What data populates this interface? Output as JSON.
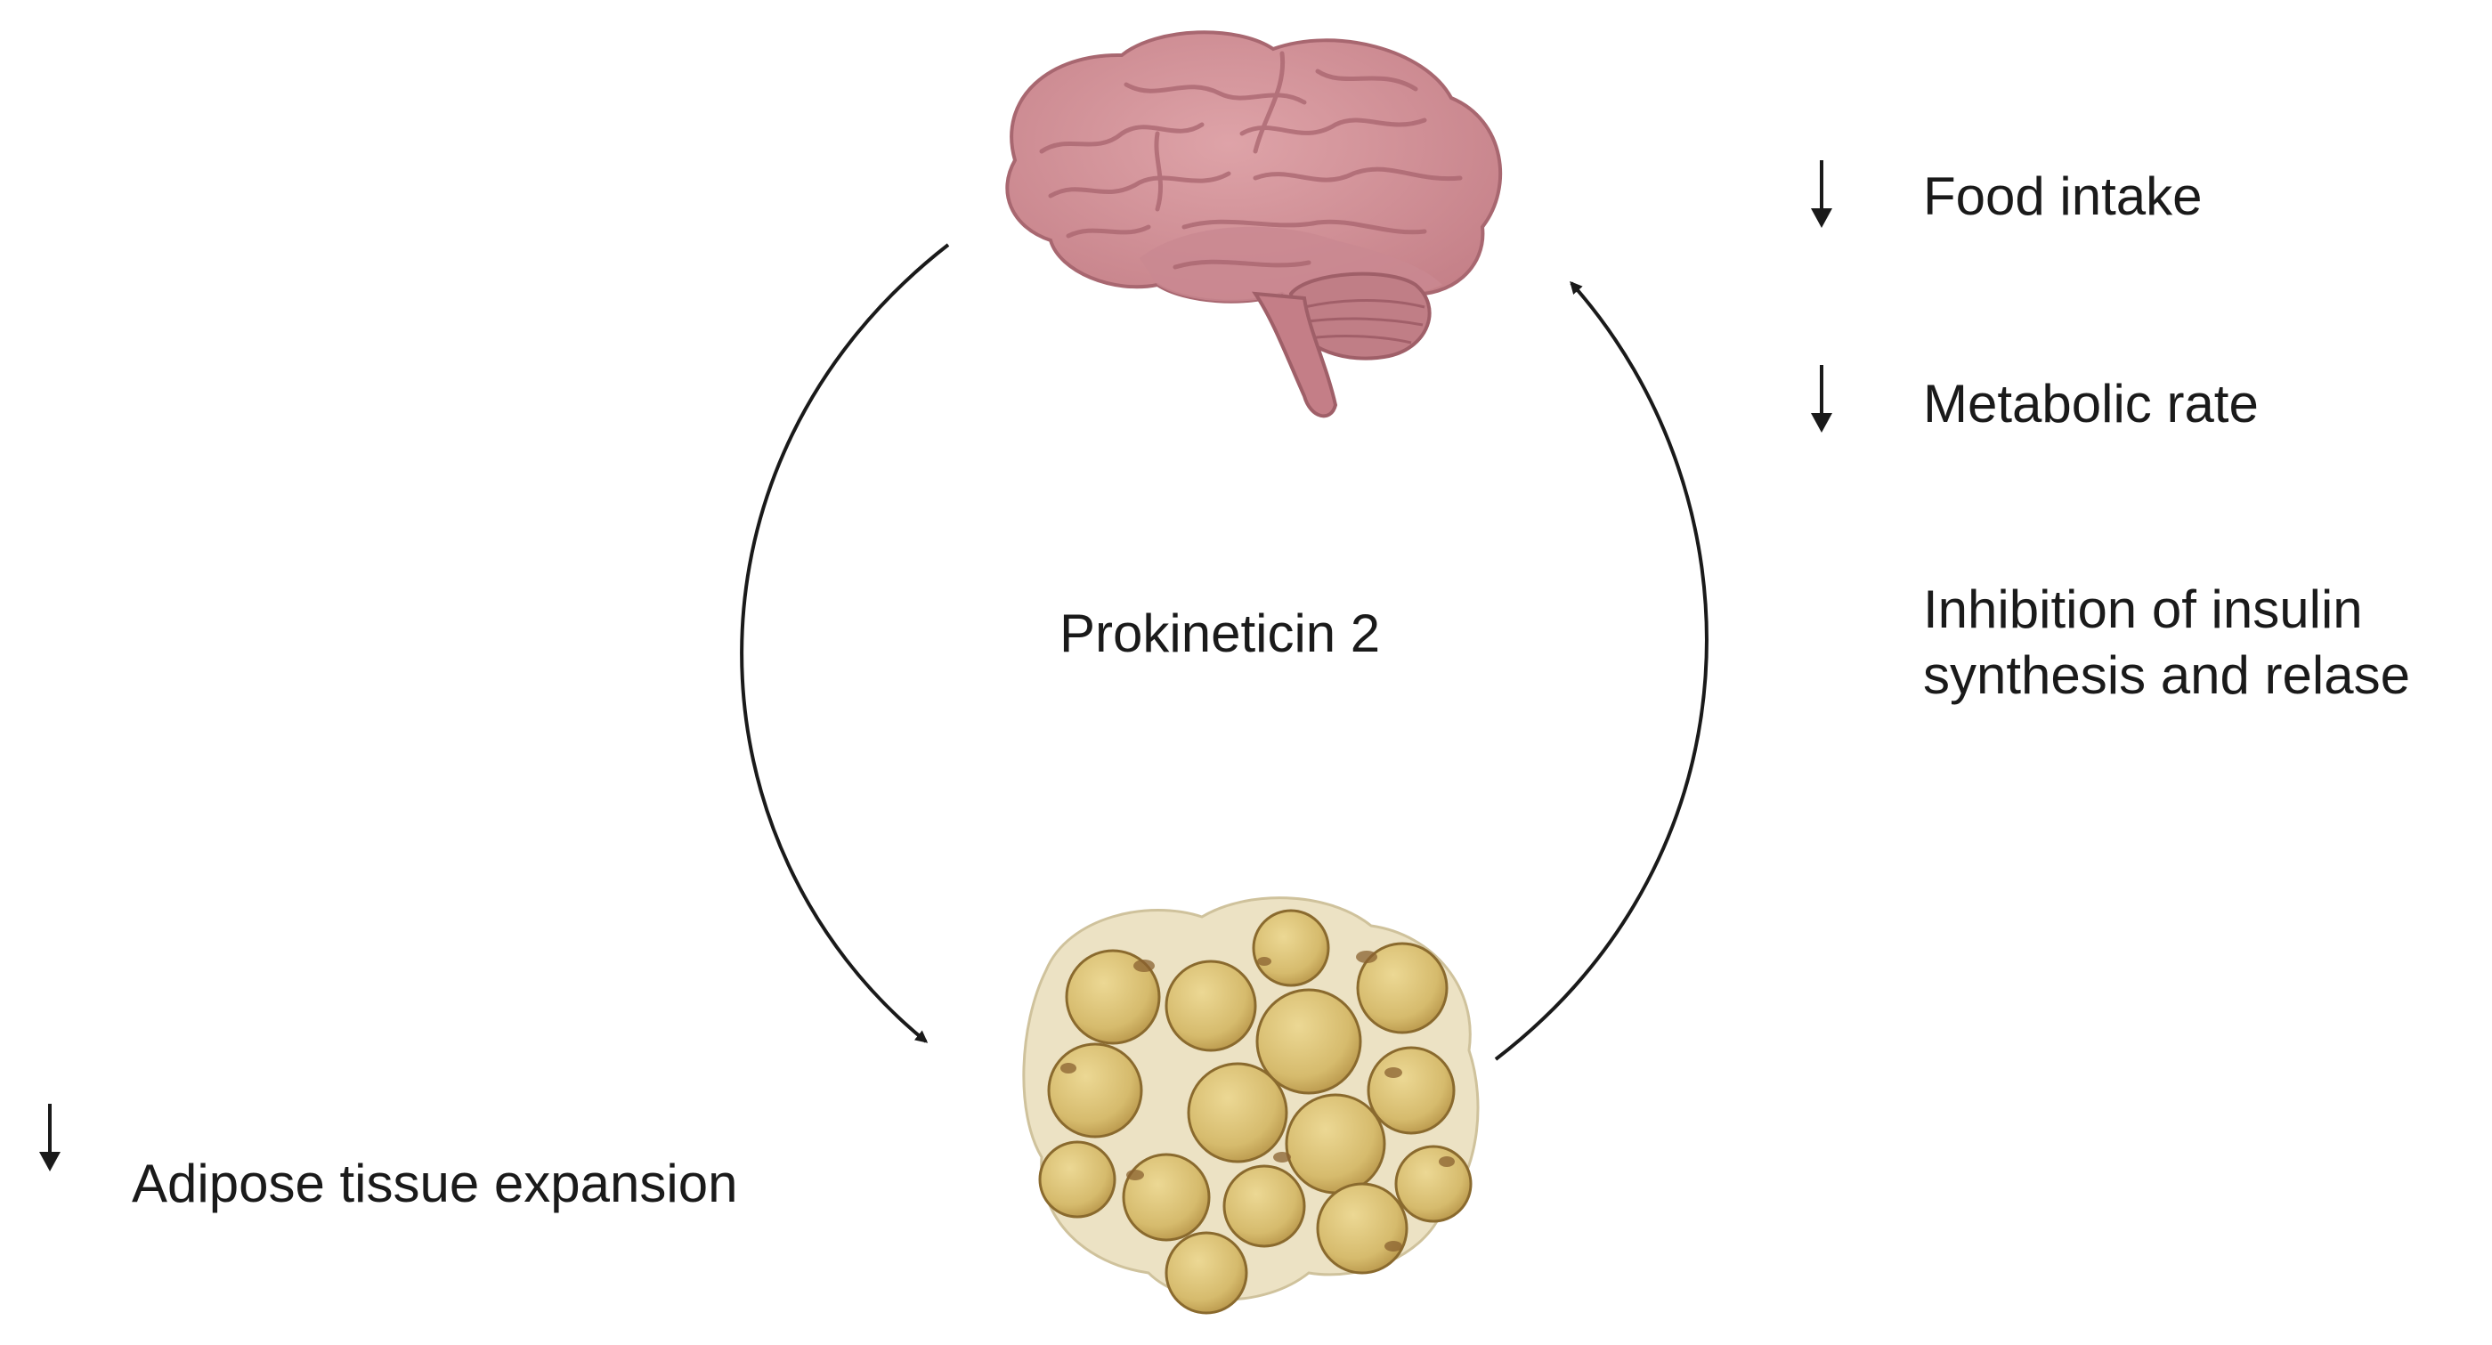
{
  "center_label": "Prokineticin 2",
  "effects_right": [
    "Food intake",
    "Metabolic rate"
  ],
  "insulin_effect": {
    "line1": "Inhibition of insulin",
    "line2": "synthesis and relase"
  },
  "effect_left": "Adipose tissue expansion",
  "icons": {
    "organ_top": "brain-icon",
    "organ_bottom": "adipose-tissue-icon",
    "indicator": "down-arrow-icon"
  },
  "colors": {
    "brain_fill": "#d4949a",
    "brain_shadow": "#b46e77",
    "fat_fill": "#d8be73",
    "fat_rim": "#8a6a2e",
    "fat_background": "#ece2c4",
    "arrow": "#1a1a1a"
  }
}
